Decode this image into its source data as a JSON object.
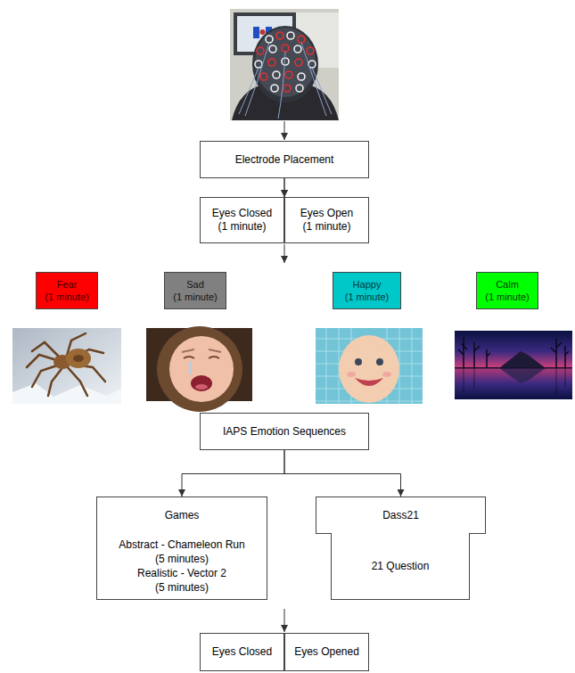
{
  "diagram": {
    "nodes": [
      {
        "text": [
          "Electrode Placement"
        ]
      },
      {
        "text": [
          "Eyes Closed",
          "(1 minute)"
        ]
      },
      {
        "text": [
          "Eyes Open",
          "(1 minute)"
        ]
      },
      {
        "text": [
          "Fear",
          "(1 minute)"
        ]
      },
      {
        "text": [
          "Sad",
          "(1 minute)"
        ]
      },
      {
        "text": [
          "Happy",
          "(1 minute)"
        ]
      },
      {
        "text": [
          "Calm",
          "(1 minute)"
        ]
      },
      {
        "text": [
          "IAPS Emotion Sequences"
        ]
      },
      {
        "text": [
          "Games"
        ]
      },
      {
        "text": [
          "Abstract - Chameleon Run",
          "(5 minutes)",
          "Realistic - Vector 2",
          "(5 minutes)"
        ]
      },
      {
        "text": [
          "Dass21"
        ]
      },
      {
        "text": [
          "21 Question"
        ]
      },
      {
        "text": [
          "Eyes Closed"
        ]
      },
      {
        "text": [
          "Eyes Opened"
        ]
      }
    ],
    "edges": [
      {
        "from": 0,
        "to": 1,
        "arrow": "to"
      },
      {
        "from": 0,
        "to": 2,
        "arrow": "to"
      },
      {
        "from": 7,
        "to": 8,
        "arrow": "to"
      },
      {
        "from": 7,
        "to": 10,
        "arrow": "to"
      }
    ]
  }
}
